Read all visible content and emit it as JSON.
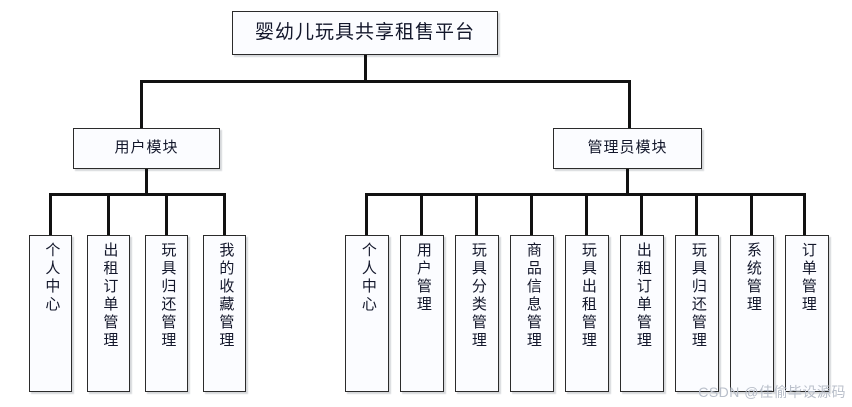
{
  "diagram": {
    "kind": "organization-chart",
    "root": {
      "label": "婴幼儿玩具共享租售平台"
    },
    "branches": [
      {
        "id": "user-module",
        "label": "用户模块",
        "leaves": [
          {
            "label": "个人中心"
          },
          {
            "label": "出租订单管理"
          },
          {
            "label": "玩具归还管理"
          },
          {
            "label": "我的收藏管理"
          }
        ]
      },
      {
        "id": "admin-module",
        "label": "管理员模块",
        "leaves": [
          {
            "label": "个人中心"
          },
          {
            "label": "用户管理"
          },
          {
            "label": "玩具分类管理"
          },
          {
            "label": "商品信息管理"
          },
          {
            "label": "玩具出租管理"
          },
          {
            "label": "出租订单管理"
          },
          {
            "label": "玩具归还管理"
          },
          {
            "label": "系统管理"
          },
          {
            "label": "订单管理"
          }
        ]
      }
    ]
  },
  "watermark": {
    "text": "CSDN @佳偷毕设源码"
  },
  "colors": {
    "box_fill": "#fbfcff",
    "box_border": "#2b2b2b",
    "line": "#111111",
    "text": "#13172b",
    "watermark": "#b9bfca",
    "page_background": "#ffffff"
  }
}
